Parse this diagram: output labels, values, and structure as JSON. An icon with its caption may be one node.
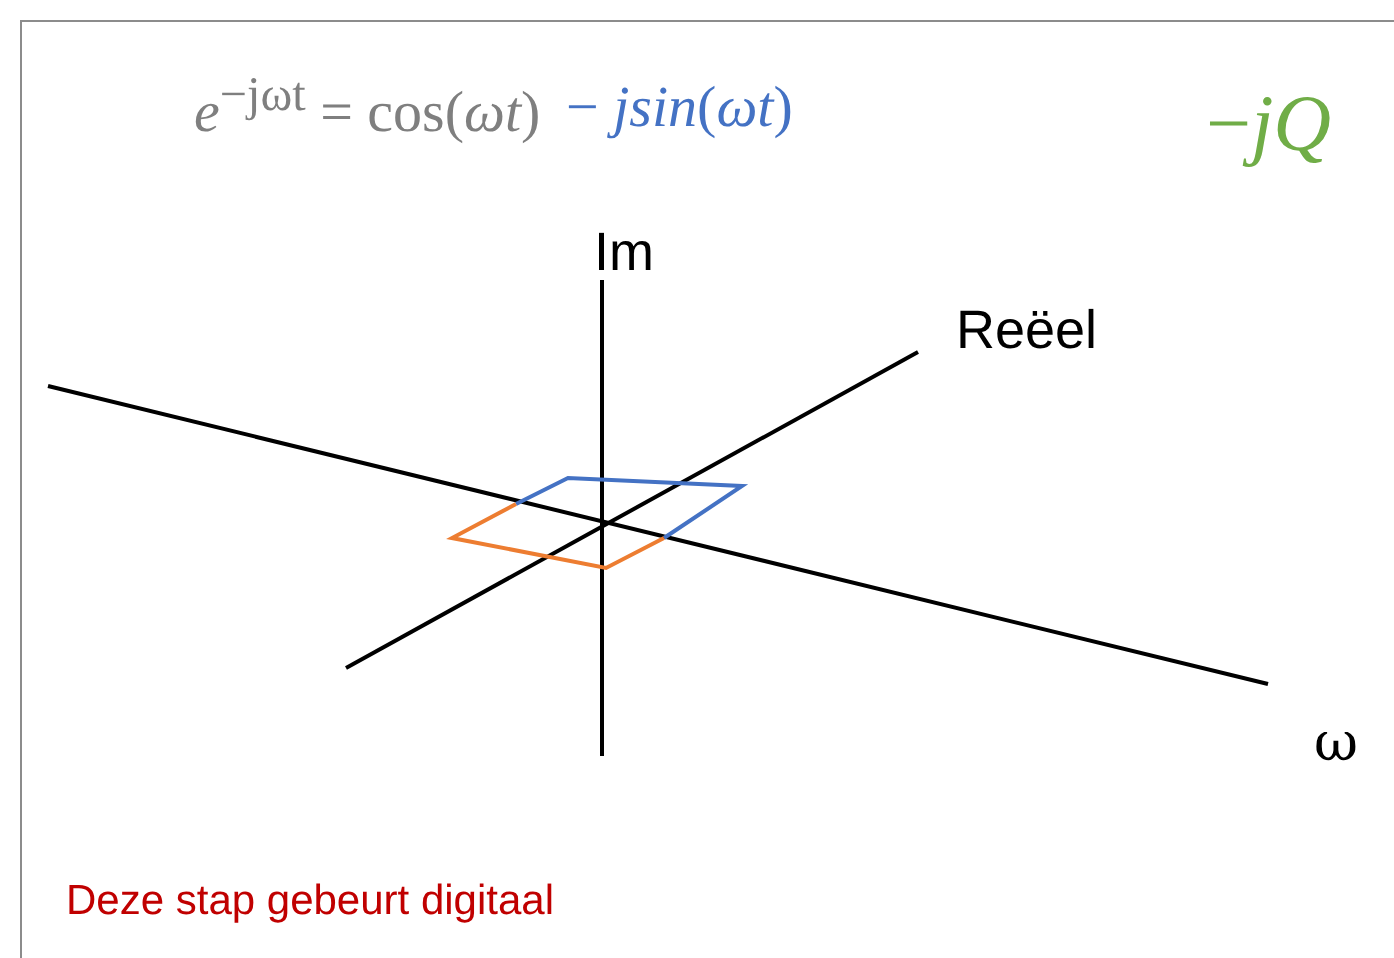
{
  "diagram": {
    "labels": [
      "*e*$^{−jωt}$ = cos(*ωt*)",
      "− *jsin*(*ωt*)",
      "−*jQ*",
      "Im",
      "Reëel",
      "ω",
      "Deze stap gebeurt digitaal"
    ]
  }
}
